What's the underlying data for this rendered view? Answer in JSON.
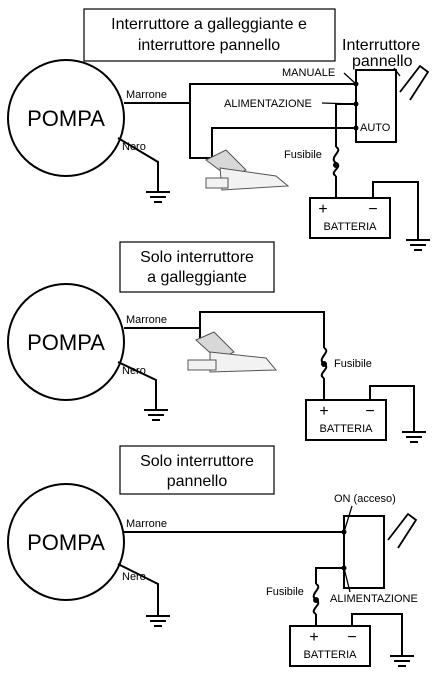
{
  "diagram1": {
    "title_line1": "Interruttore a galleggiante e",
    "title_line2": "interruttore pannello",
    "pump": "POMPA",
    "wire_brown": "Marrone",
    "wire_black": "Nero",
    "panel_label_line1": "Interruttore",
    "panel_label_line2": "pannello",
    "manual": "MANUALE",
    "power": "ALIMENTAZIONE",
    "auto": "AUTO",
    "fuse": "Fusibile",
    "plus": "+",
    "minus": "−",
    "battery": "BATTERIA"
  },
  "diagram2": {
    "title_line1": "Solo interruttore",
    "title_line2": "a galleggiante",
    "pump": "POMPA",
    "wire_brown": "Marrone",
    "wire_black": "Nero",
    "fuse": "Fusibile",
    "plus": "+",
    "minus": "−",
    "battery": "BATTERIA"
  },
  "diagram3": {
    "title_line1": "Solo interruttore",
    "title_line2": "pannello",
    "pump": "POMPA",
    "wire_brown": "Marrone",
    "wire_black": "Nero",
    "on": "ON (acceso)",
    "power": "ALIMENTAZIONE",
    "fuse": "Fusibile",
    "plus": "+",
    "minus": "−",
    "battery": "BATTERIA"
  }
}
